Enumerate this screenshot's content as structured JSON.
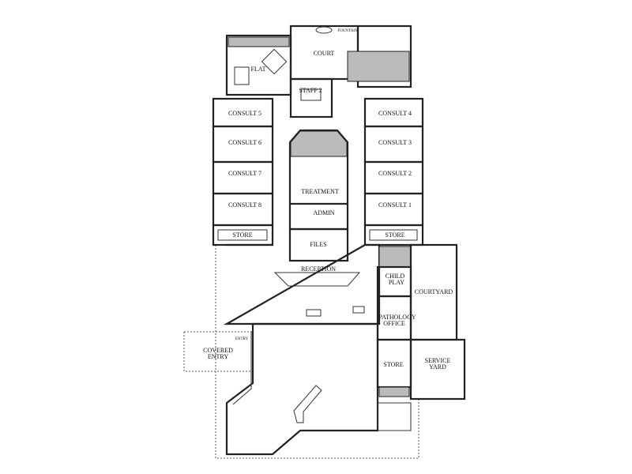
{
  "plan": {
    "rooms": {
      "court": "COURT",
      "fountain": "FOUNTAIN",
      "flat": "FLAT",
      "staff": "STAFF 2",
      "consult_5": "CONSULT 5",
      "consult_6": "CONSULT 6",
      "consult_7": "CONSULT 7",
      "consult_8": "CONSULT 8",
      "consult_4": "CONSULT 4",
      "consult_3": "CONSULT 3",
      "consult_2": "CONSULT 2",
      "consult_1": "CONSULT 1",
      "treatment": "TREATMENT",
      "admin": "ADMIN",
      "store_left": "STORE",
      "store_right": "STORE",
      "files": "FILES",
      "reception": "RECEPTION",
      "child_play_1": "CHILD",
      "child_play_2": "PLAY",
      "courtyard": "COURTYARD",
      "pathology_1": "PATHOLOGY",
      "pathology_2": "OFFICE",
      "entry": "ENTRY",
      "covered_entry_1": "COVERED",
      "covered_entry_2": "ENTRY",
      "store_bottom": "STORE",
      "service_yard_1": "SERVICE",
      "service_yard_2": "YARD"
    },
    "colors": {
      "walls": "#222222",
      "hatch": "#bbbbbb",
      "background": "#ffffff"
    }
  }
}
